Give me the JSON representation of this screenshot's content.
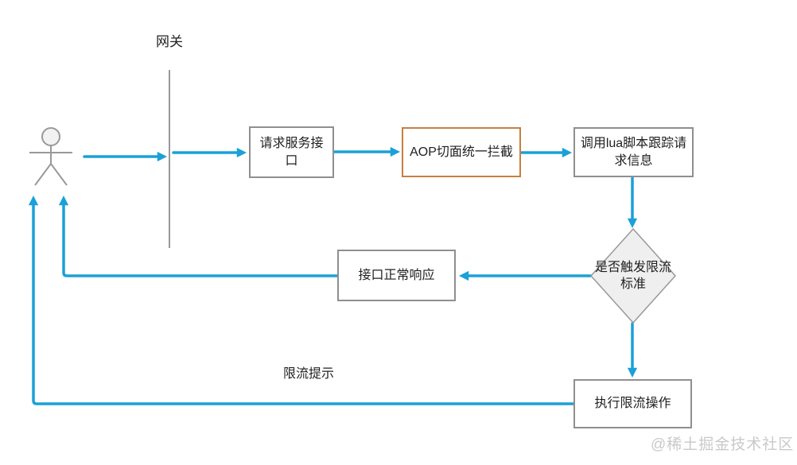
{
  "colors": {
    "arrow": "#1ba0d8",
    "border": "#8f8f8f",
    "aopBorder": "#c77f3f",
    "diamondFill": "#efefef",
    "lineGray": "#999999",
    "watermark": "#c9c9c9",
    "text": "#1f1f1f"
  },
  "diagram": {
    "gateway_label": "网关",
    "nodes": {
      "request": "请求服务接口",
      "aop": "AOP切面统一拦截",
      "lua": "调用lua脚本跟踪请求信息",
      "decision": "是否触发限流标准",
      "normal_response": "接口正常响应",
      "execute_limit": "执行限流操作"
    },
    "edge_labels": {
      "limit_hint": "限流提示"
    },
    "watermark": "@稀土掘金技术社区"
  }
}
